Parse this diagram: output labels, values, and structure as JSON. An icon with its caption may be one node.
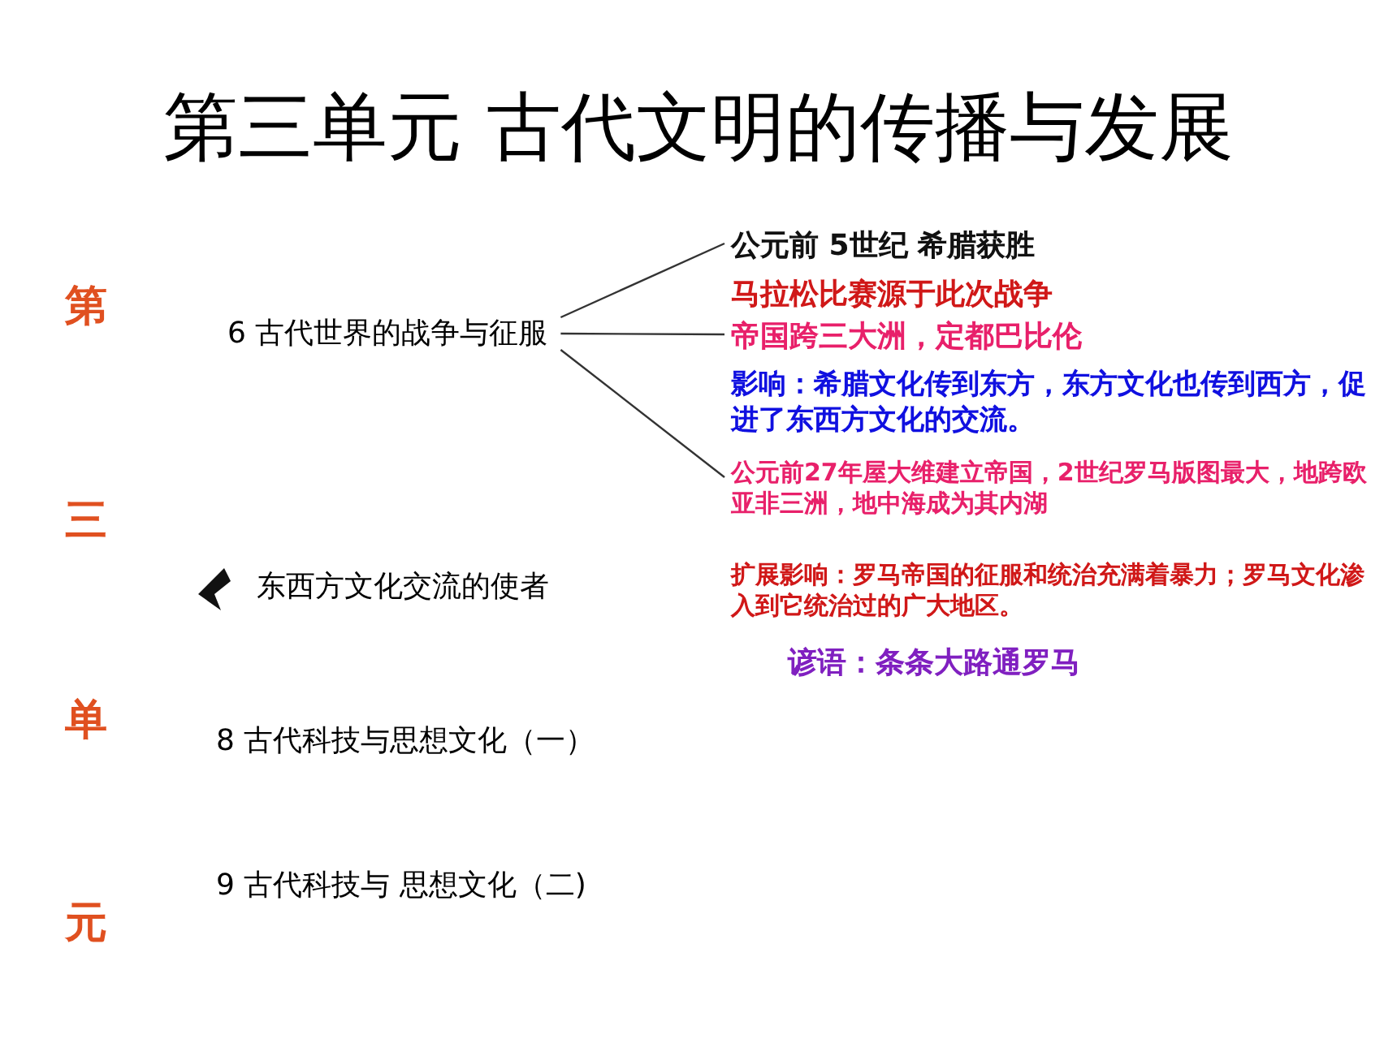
{
  "diagram": {
    "title": "第三单元 古代文明的传播与发展",
    "nodes": [
      {
        "text": [
          "6  古代世界的战争与征服"
        ]
      },
      {
        "text": [
          "公元前 **5**世纪   希腊获胜"
        ]
      },
      {
        "text": [
          "帝国跨三大洲，定都巴比伦"
        ]
      },
      {
        "text": [
          "公元前27年屋大维建立帝国，2世纪罗马版图最大，地跨欧亚非三洲，地中海成为其内湖"
        ]
      }
    ],
    "edges": [
      {
        "from": 0,
        "to": 1,
        "arrow": "none"
      },
      {
        "from": 0,
        "to": 2,
        "arrow": "none"
      },
      {
        "from": 0,
        "to": 3,
        "arrow": "none"
      }
    ],
    "labels": [
      "第",
      "三",
      "单",
      "元",
      "马拉松比赛源于此次战争",
      "影响：希腊文化传到东方，东方文化也传到西方，促进了东西方文化的交流。",
      "扩展影响：罗马帝国的征服和统治充满着暴力；罗马文化渗入到它统治过的广大地区。",
      "谚语：条条大路通罗马",
      "东西方文化交流的使者",
      "8  古代科技与思想文化（一）",
      "9  古代科技与 思想文化（二)"
    ]
  }
}
